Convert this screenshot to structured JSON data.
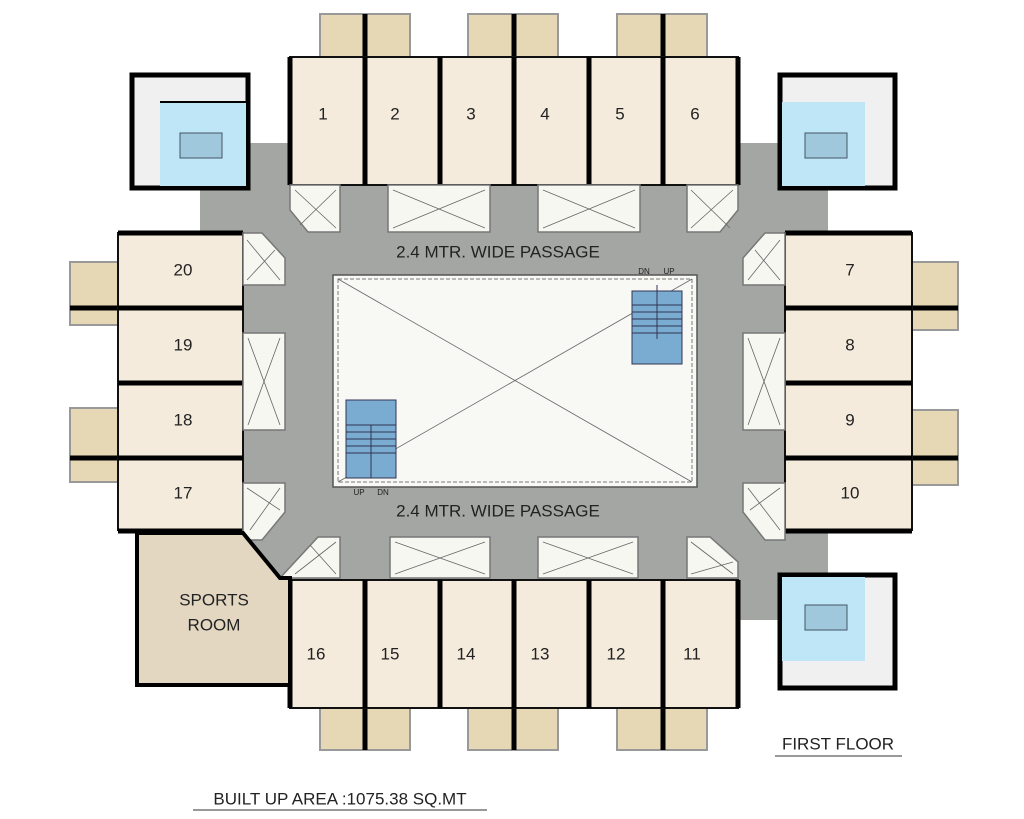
{
  "plan": {
    "title": "FIRST FLOOR",
    "built_up_area": "BUILT UP AREA :1075.38 SQ.MT",
    "passage_top": "2.4 MTR. WIDE PASSAGE",
    "passage_bottom": "2.4 MTR. WIDE PASSAGE",
    "sports_room": [
      "SPORTS",
      "ROOM"
    ],
    "stairs": {
      "top_dn": "DN",
      "top_up": "UP",
      "bottom_up": "UP",
      "bottom_dn": "DN"
    },
    "rooms_top": [
      "1",
      "2",
      "3",
      "4",
      "5",
      "6"
    ],
    "rooms_right": [
      "7",
      "8",
      "9",
      "10"
    ],
    "rooms_bottom": [
      "16",
      "15",
      "14",
      "13",
      "12",
      "11"
    ],
    "rooms_left": [
      "20",
      "19",
      "18",
      "17"
    ]
  },
  "colors": {
    "passage": "#a3a6a2",
    "room": "#f4ebdc",
    "toilet": "#bfe6f7",
    "stair": "#79acd0",
    "sports": "#e3d7c2"
  }
}
